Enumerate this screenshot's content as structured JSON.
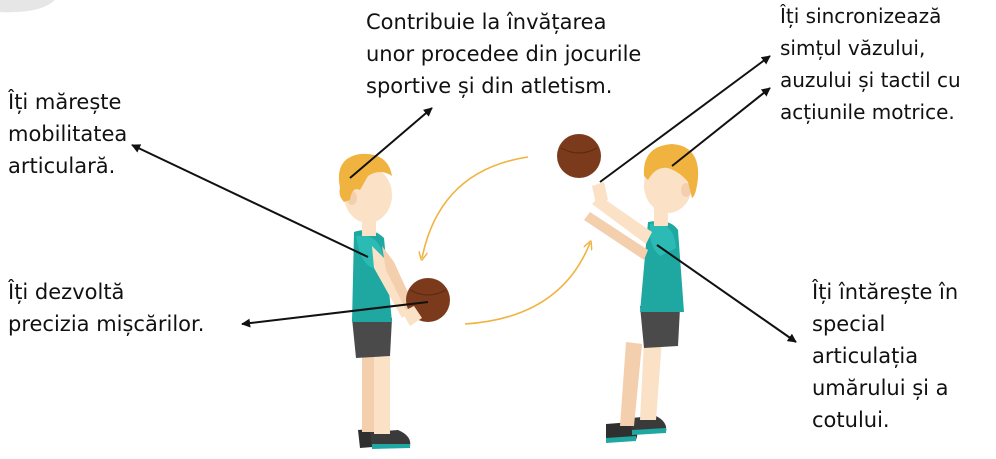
{
  "labels": {
    "learning": [
      "Contribuie la învățarea",
      "unor procedee din jocurile",
      "sportive și din atletism."
    ],
    "mobility": [
      "Îți mărește",
      "mobilitatea",
      "articulară."
    ],
    "precision": [
      "Îți dezvoltă",
      "precizia mișcărilor."
    ],
    "senses": [
      "Îți sincronizează",
      "simțul văzului,",
      "auzului și tactil cu",
      "acțiunile motrice."
    ],
    "strength": [
      "Îți întărește în",
      "special",
      "articulația",
      "umărului și a",
      "cotului."
    ]
  },
  "colors": {
    "hair": "#f0b340",
    "skin": "#fbe1c6",
    "shirt": "#1fa8a2",
    "shorts": "#4a4a4a",
    "ball": "#7c3a1c",
    "arrow": "#111111",
    "motion": "#f0b340"
  }
}
